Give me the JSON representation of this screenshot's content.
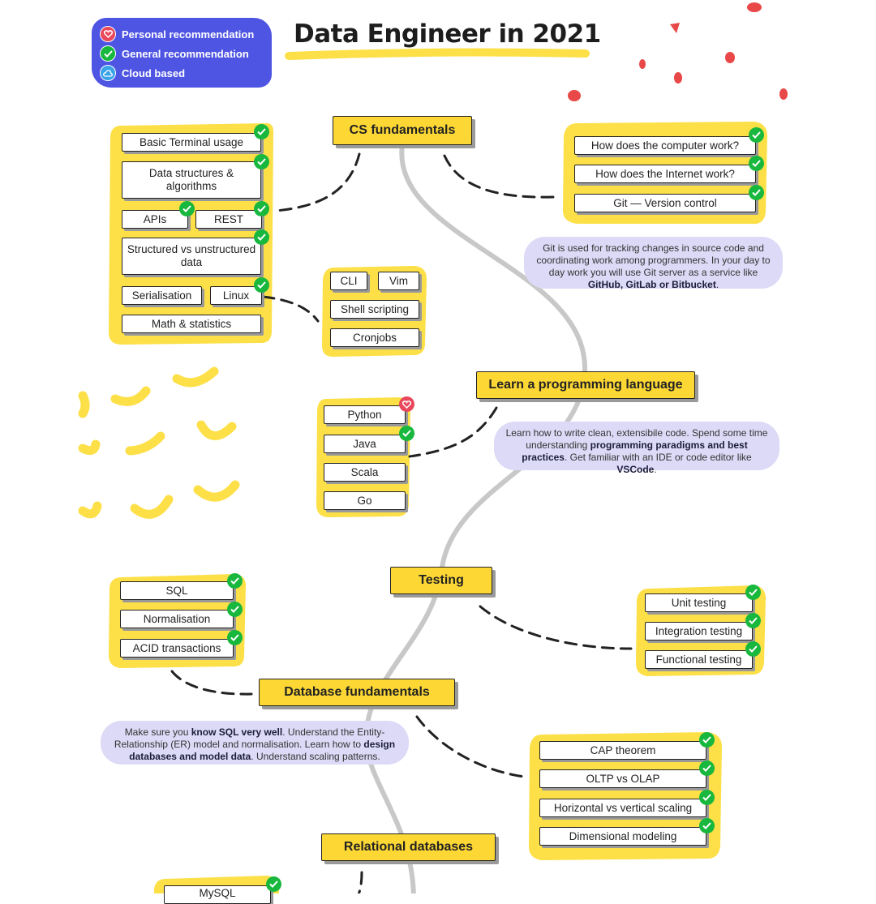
{
  "title": "Data Engineer in 2021",
  "legend": {
    "personal": "Personal recommendation",
    "general": "General recommendation",
    "cloud": "Cloud based"
  },
  "topics": {
    "cs": "CS fundamentals",
    "lang": "Learn a programming language",
    "testing": "Testing",
    "dbf": "Database fundamentals",
    "reldb": "Relational databases"
  },
  "cs_left": {
    "terminal": "Basic Terminal usage",
    "ds": "Data structures & algorithms",
    "apis": "APIs",
    "rest": "REST",
    "structured": "Structured vs unstructured data",
    "serialisation": "Serialisation",
    "linux": "Linux",
    "math": "Math & statistics"
  },
  "linux_tools": {
    "cli": "CLI",
    "vim": "Vim",
    "shell": "Shell scripting",
    "cron": "Cronjobs"
  },
  "cs_right": {
    "computer": "How does the computer work?",
    "internet": "How does the Internet work?",
    "git": "Git — Version control"
  },
  "git_note": {
    "text": "Git is used for tracking changes in source code and coordinating work among programmers. In your day to day work you will use Git server as a service like",
    "bold": "GitHub, GitLab or Bitbucket",
    "end": "."
  },
  "languages": {
    "python": "Python",
    "java": "Java",
    "scala": "Scala",
    "go": "Go"
  },
  "lang_note": {
    "t1": "Learn how to write clean, extensibile code. Spend some time understanding",
    "b1": "programming paradigms and best practices",
    "t2": ". Get familiar with an IDE or code editor like",
    "b2": "VSCode",
    "t3": "."
  },
  "testing_items": {
    "unit": "Unit testing",
    "integration": "Integration testing",
    "functional": "Functional testing"
  },
  "db_left": {
    "sql": "SQL",
    "norm": "Normalisation",
    "acid": "ACID transactions"
  },
  "db_note": {
    "t1": "Make sure you",
    "b1": "know SQL very well",
    "t2": ". Understand the Entity-Relationship (ER) model and normalisation. Learn how to",
    "b2": "design databases and model data",
    "t3": ". Understand scaling patterns."
  },
  "db_right": {
    "cap": "CAP theorem",
    "oltp": "OLTP vs OLAP",
    "scaling": "Horizontal vs vertical scaling",
    "dim": "Dimensional modeling"
  },
  "reldb_items": {
    "mysql": "MySQL"
  },
  "colors": {
    "yellow": "#fdd835",
    "legend_blue": "#4f55e3",
    "check_green": "#18b73d",
    "heart_red": "#e9485c",
    "note_lavender": "#dcdaf6"
  }
}
